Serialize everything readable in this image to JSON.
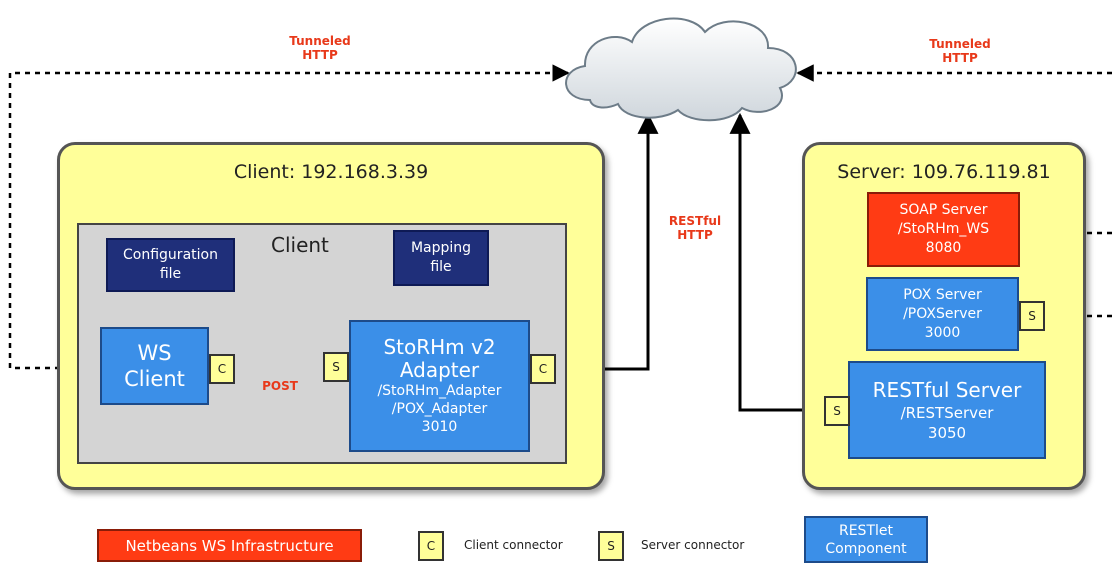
{
  "labels": {
    "tunneled_left": [
      "Tunneled",
      "HTTP"
    ],
    "tunneled_right": [
      "Tunneled",
      "HTTP"
    ],
    "restful": [
      "RESTful",
      "HTTP"
    ],
    "post": "POST"
  },
  "client_zone": {
    "title": "Client: 192.168.3.39",
    "inner_title": "Client",
    "config_file": [
      "Configuration",
      "file"
    ],
    "mapping_file": [
      "Mapping",
      "file"
    ],
    "ws_client": [
      "WS",
      "Client"
    ],
    "adapter": [
      "StoRHm v2",
      "Adapter",
      "/StoRHm_Adapter",
      "/POX_Adapter",
      "3010"
    ]
  },
  "server_zone": {
    "title": "Server: 109.76.119.81",
    "soap": [
      "SOAP Server",
      "/StoRHm_WS",
      "8080"
    ],
    "pox": [
      "POX Server",
      "/POXServer",
      "3000"
    ],
    "restful_server": [
      "RESTful Server",
      "/RESTServer",
      "3050"
    ]
  },
  "connectors": {
    "client": "C",
    "server": "S"
  },
  "legend": {
    "netbeans": "Netbeans WS Infrastructure",
    "c_symbol": "C",
    "client_connector": "Client connector",
    "s_symbol": "S",
    "server_connector": "Server connector",
    "restlet": [
      "RESTlet",
      "Component"
    ]
  },
  "colors": {
    "zone": "#ffff99",
    "inner": "#d4d4d4",
    "navy": "#1f2f7a",
    "blue": "#3b8fe8",
    "red": "#ff3b14",
    "label_red": "#e8391a"
  }
}
